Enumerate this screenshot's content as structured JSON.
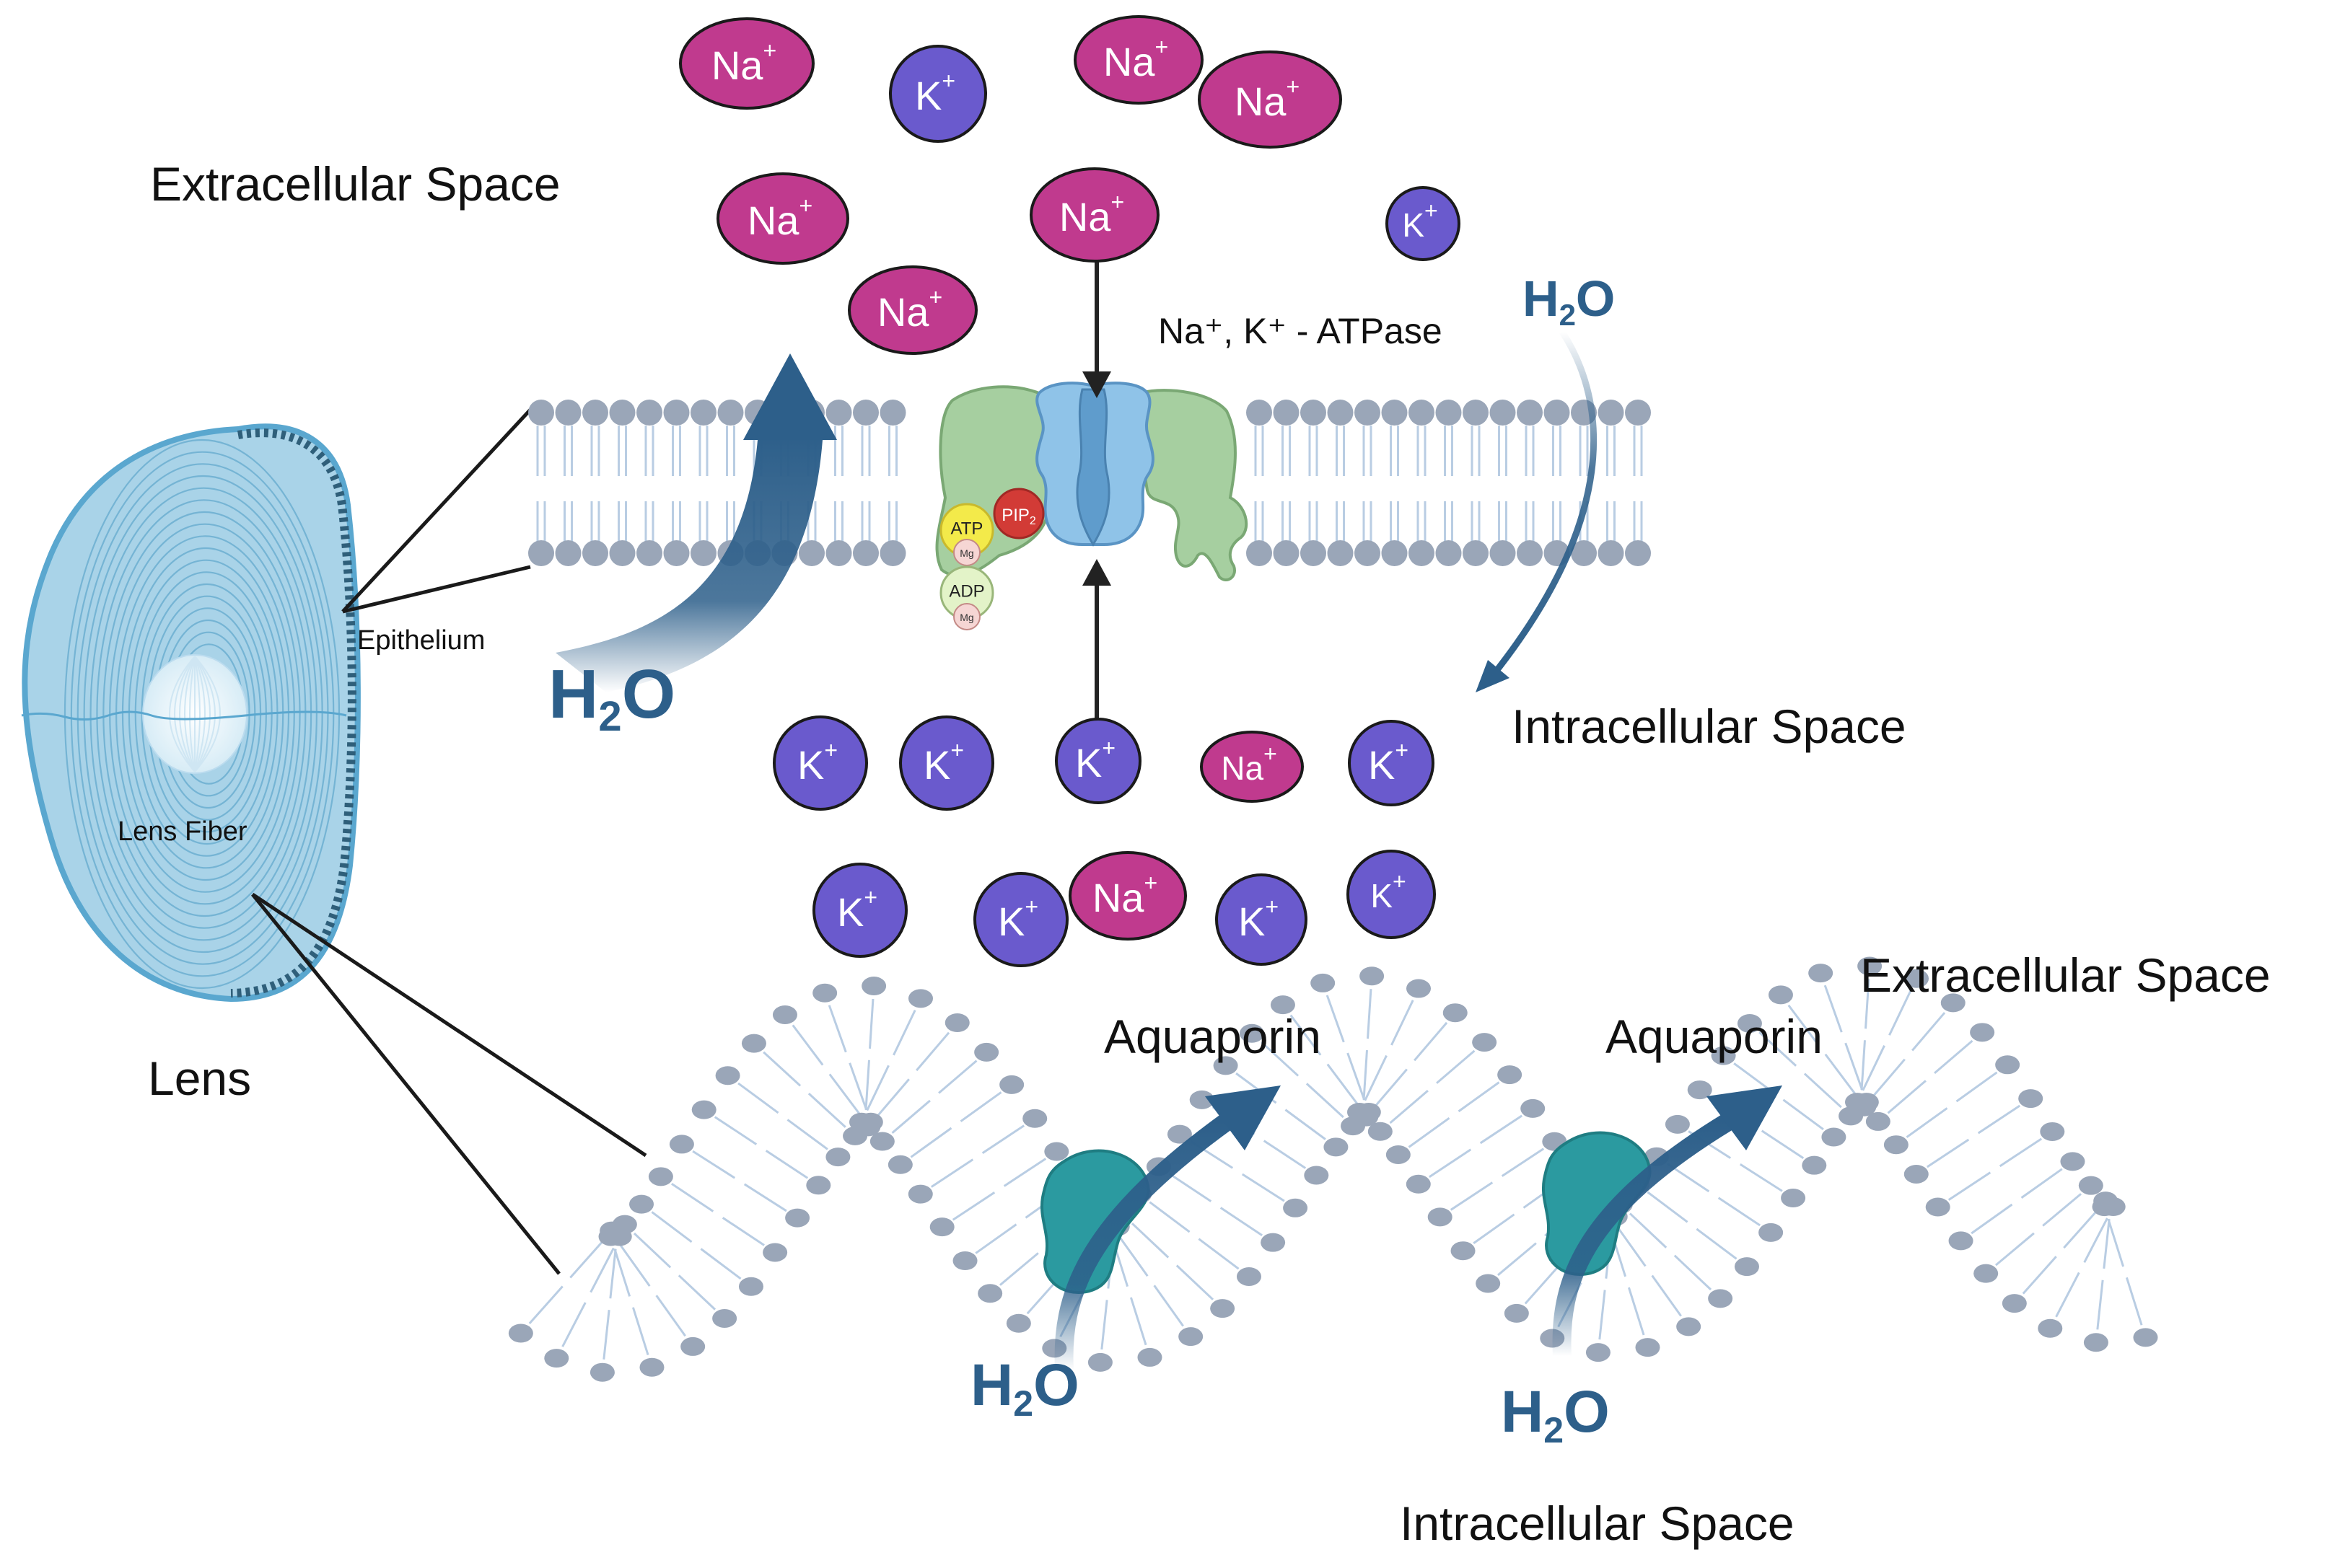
{
  "colors": {
    "sodium": "#c03a8e",
    "potassium": "#6a5acd",
    "membrane_head": "#9aa6b8",
    "membrane_tail": "#b9cde3",
    "water_arrow": "#2d5f8a",
    "lens": "#8cc4de",
    "aquaporin": "#2b9aa0",
    "atpase_green": "#a6cfa0",
    "atpase_blue": "#8fc3e8"
  },
  "labels": {
    "extracellular_top": "Extracellular Space",
    "intracellular_mid": "Intracellular Space",
    "extracellular_right": "Extracellular Space",
    "intracellular_bottom": "Intracellular Space",
    "atpase": "Na⁺, K⁺ - ATPase",
    "epithelium": "Epithelium",
    "lens_fiber": "Lens Fiber",
    "lens": "Lens",
    "aquaporin_1": "Aquaporin",
    "aquaporin_2": "Aquaporin",
    "atp": "ATP",
    "adp": "ADP",
    "mg": "Mg",
    "pip2_main": "PIP",
    "pip2_sub": "2"
  },
  "water": {
    "h": "H",
    "sub": "2",
    "o": "O"
  },
  "ions": {
    "na_base": "Na",
    "k_base": "K",
    "charge": "+"
  },
  "ion_list": [
    {
      "type": "na"
    },
    {
      "type": "k"
    },
    {
      "type": "na"
    },
    {
      "type": "na"
    },
    {
      "type": "na"
    },
    {
      "type": "na"
    },
    {
      "type": "k"
    },
    {
      "type": "na"
    },
    {
      "type": "k"
    },
    {
      "type": "k"
    },
    {
      "type": "k"
    },
    {
      "type": "na"
    },
    {
      "type": "k"
    },
    {
      "type": "k"
    },
    {
      "type": "k"
    },
    {
      "type": "na"
    },
    {
      "type": "k"
    },
    {
      "type": "k"
    }
  ]
}
